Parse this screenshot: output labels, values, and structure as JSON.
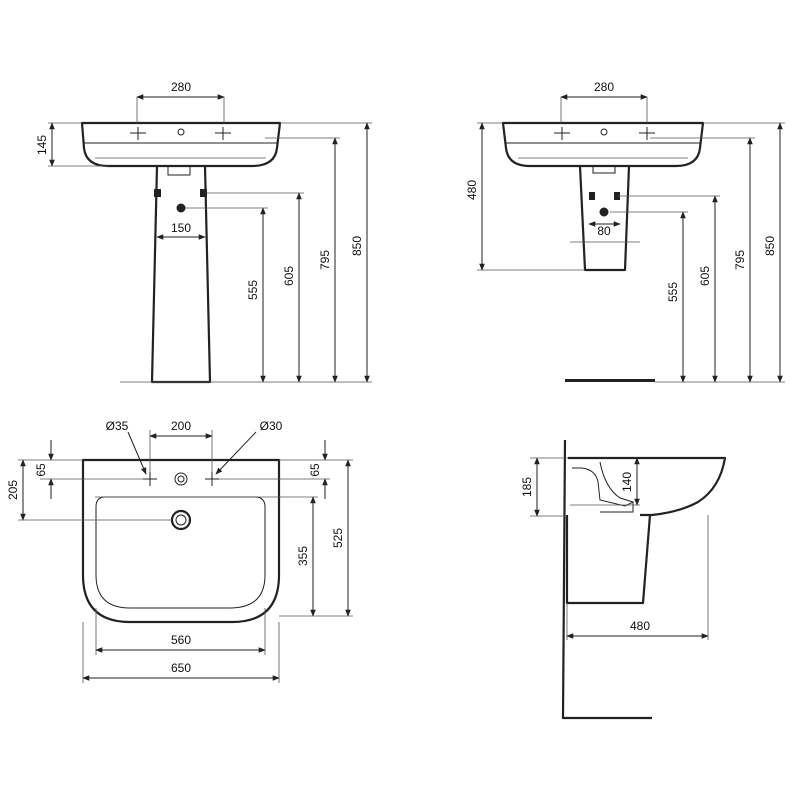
{
  "views": {
    "pedestal_front": {
      "tap_spacing": "280",
      "bowl_height": "145",
      "pedestal_width": "150",
      "waste_height": "555",
      "supply_height": "605",
      "rim_height": "795",
      "overall_height": "850"
    },
    "semipedestal_front": {
      "tap_spacing": "280",
      "bowl_depth": "480",
      "trap_width": "80",
      "waste_height": "555",
      "supply_height": "605",
      "rim_height": "795",
      "overall_height": "850"
    },
    "plan": {
      "tap_hole_diameter": "Ø35",
      "tap_spacing": "200",
      "overflow_diameter": "Ø30",
      "tap_offset_left": "65",
      "tap_offset_right": "65",
      "waste_offset": "205",
      "bowl_depth": "355",
      "overall_depth": "525",
      "bowl_width": "560",
      "overall_width": "650"
    },
    "side_section": {
      "rim_thickness": "185",
      "bowl_inner_depth": "140",
      "projection": "480"
    }
  }
}
